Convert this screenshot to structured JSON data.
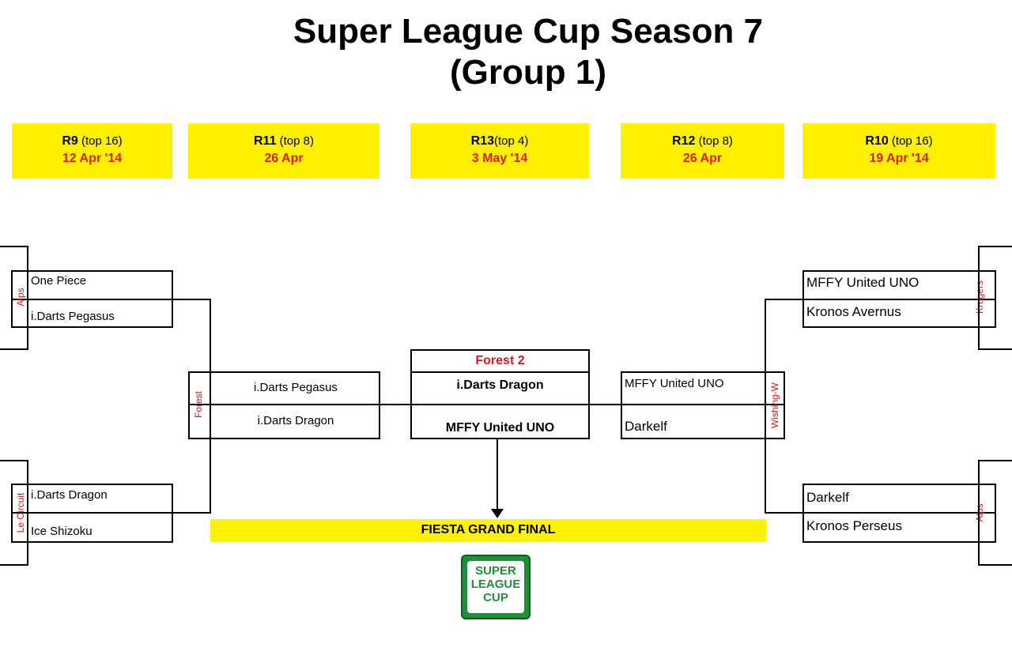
{
  "title": {
    "line1": "Super League Cup Season 7",
    "line2": "(Group 1)"
  },
  "rounds": [
    {
      "round": "R9",
      "note": " (top 16)",
      "date": "12 Apr '14"
    },
    {
      "round": "R11",
      "note": " (top 8)",
      "date": "26 Apr"
    },
    {
      "round": "R13",
      "note": "(top 4)",
      "date": "3 May '14"
    },
    {
      "round": "R12",
      "note": " (top 8)",
      "date": "26 Apr"
    },
    {
      "round": "R10",
      "note": " (top 16)",
      "date": "19 Apr '14"
    }
  ],
  "left": {
    "match1": {
      "venue": "Alps",
      "team1": "One Piece",
      "team2": "i.Darts Pegasus"
    },
    "match2": {
      "venue": "Le Circuit",
      "team1": "i.Darts Dragon",
      "team2": "Ice Shizoku"
    },
    "semi": {
      "venue": "Forest",
      "team1": "i.Darts Pegasus",
      "team2": "i.Darts Dragon"
    }
  },
  "right": {
    "match1": {
      "venue": "Krugers",
      "team1": "MFFY United UNO",
      "team2": "Kronos Avernus"
    },
    "match2": {
      "venue": "Alps",
      "team1": "Darkelf",
      "team2": "Kronos Perseus"
    },
    "semi": {
      "venue": "Wishing-W",
      "team1": "MFFY United UNO",
      "team2": "Darkelf"
    }
  },
  "center": {
    "venue": "Forest 2",
    "team1": "i.Darts Dragon",
    "team2": "MFFY United UNO"
  },
  "final": {
    "label": "FIESTA GRAND FINAL"
  },
  "logo": {
    "line1": "SUPER",
    "line2": "LEAGUE",
    "line3": "CUP"
  },
  "colors": {
    "header_bg": "#fff200",
    "date_red": "#e01b1b",
    "venue_red": "#d01b1b",
    "logo_green": "#1f8f3a"
  }
}
